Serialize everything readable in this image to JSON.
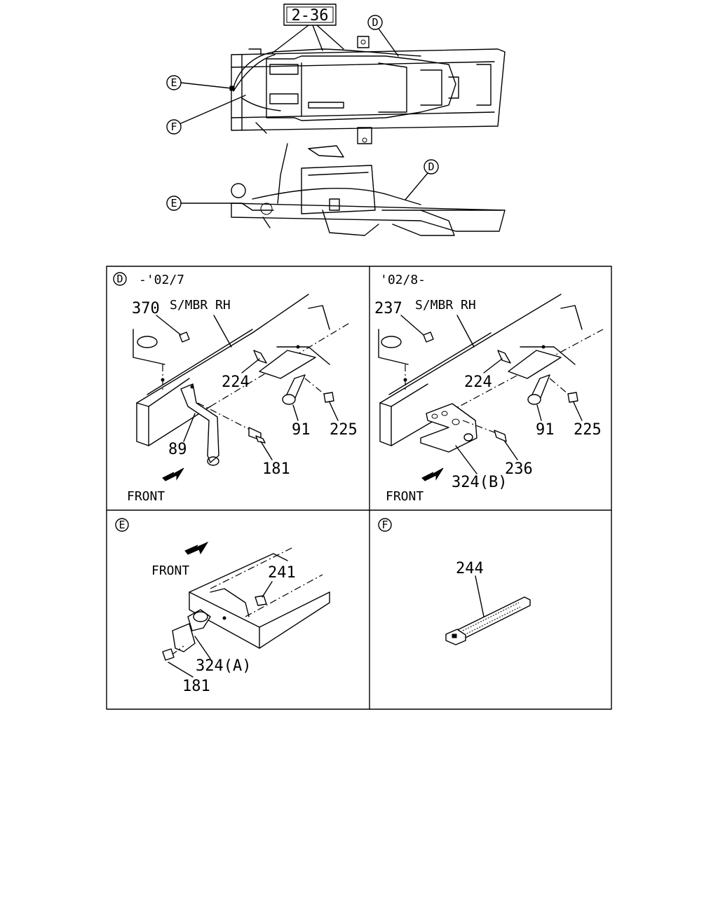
{
  "overview": {
    "ref_box": "2-36",
    "callouts": [
      "D",
      "E",
      "F",
      "D",
      "E"
    ]
  },
  "panel_d_left": {
    "marker": "D",
    "period": "-'02/7",
    "member": "S/MBR RH",
    "parts": [
      "370",
      "224",
      "89",
      "91",
      "225",
      "181"
    ],
    "front": "FRONT"
  },
  "panel_d_right": {
    "period": "'02/8-",
    "member": "S/MBR RH",
    "parts": [
      "237",
      "224",
      "91",
      "225",
      "236",
      "324(B)"
    ],
    "front": "FRONT"
  },
  "panel_e": {
    "marker": "E",
    "front": "FRONT",
    "parts": [
      "241",
      "324(A)",
      "181"
    ]
  },
  "panel_f": {
    "marker": "F",
    "parts": [
      "244"
    ]
  }
}
